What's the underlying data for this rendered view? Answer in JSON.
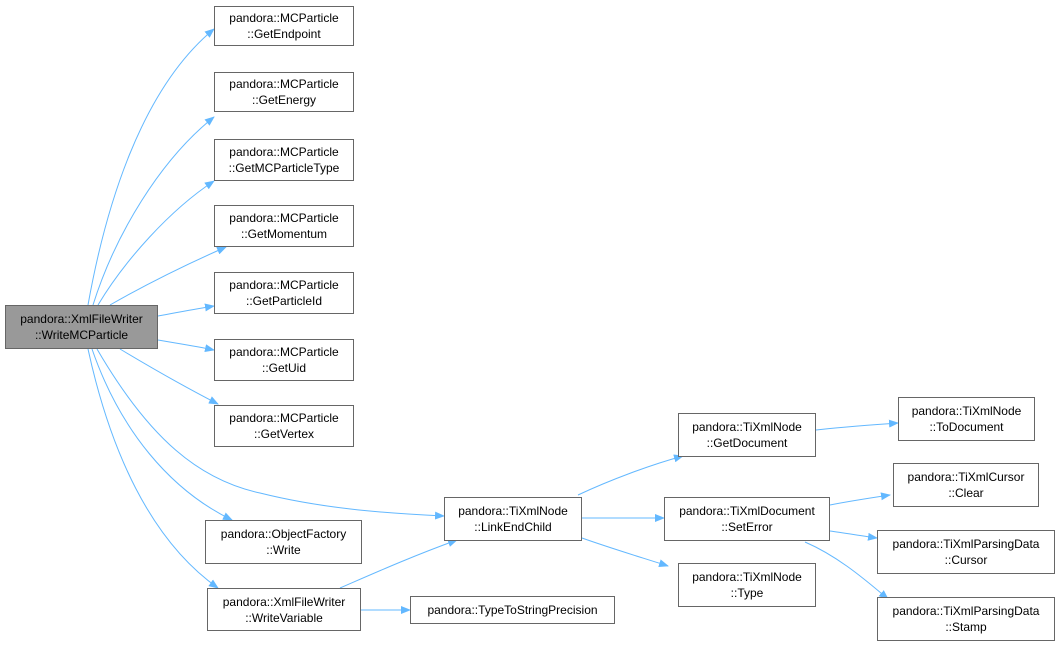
{
  "nodes": {
    "root": {
      "line1": "pandora::XmlFileWriter",
      "line2": "::WriteMCParticle"
    },
    "get_endpoint": {
      "line1": "pandora::MCParticle",
      "line2": "::GetEndpoint"
    },
    "get_energy": {
      "line1": "pandora::MCParticle",
      "line2": "::GetEnergy"
    },
    "get_type": {
      "line1": "pandora::MCParticle",
      "line2": "::GetMCParticleType"
    },
    "get_momentum": {
      "line1": "pandora::MCParticle",
      "line2": "::GetMomentum"
    },
    "get_particleid": {
      "line1": "pandora::MCParticle",
      "line2": "::GetParticleId"
    },
    "get_uid": {
      "line1": "pandora::MCParticle",
      "line2": "::GetUid"
    },
    "get_vertex": {
      "line1": "pandora::MCParticle",
      "line2": "::GetVertex"
    },
    "object_write": {
      "line1": "pandora::ObjectFactory",
      "line2": "::Write"
    },
    "write_variable": {
      "line1": "pandora::XmlFileWriter",
      "line2": "::WriteVariable"
    },
    "link_end_child": {
      "line1": "pandora::TiXmlNode",
      "line2": "::LinkEndChild"
    },
    "type_to_string": {
      "line1": "pandora::TypeToStringPrecision",
      "line2": ""
    },
    "get_document": {
      "line1": "pandora::TiXmlNode",
      "line2": "::GetDocument"
    },
    "set_error": {
      "line1": "pandora::TiXmlDocument",
      "line2": "::SetError"
    },
    "node_type": {
      "line1": "pandora::TiXmlNode",
      "line2": "::Type"
    },
    "to_document": {
      "line1": "pandora::TiXmlNode",
      "line2": "::ToDocument"
    },
    "cursor_clear": {
      "line1": "pandora::TiXmlCursor",
      "line2": "::Clear"
    },
    "parsing_cursor": {
      "line1": "pandora::TiXmlParsingData",
      "line2": "::Cursor"
    },
    "parsing_stamp": {
      "line1": "pandora::TiXmlParsingData",
      "line2": "::Stamp"
    }
  },
  "colors": {
    "edge": "#63b8ff",
    "node_border": "#666666",
    "root_fill": "#999999"
  }
}
